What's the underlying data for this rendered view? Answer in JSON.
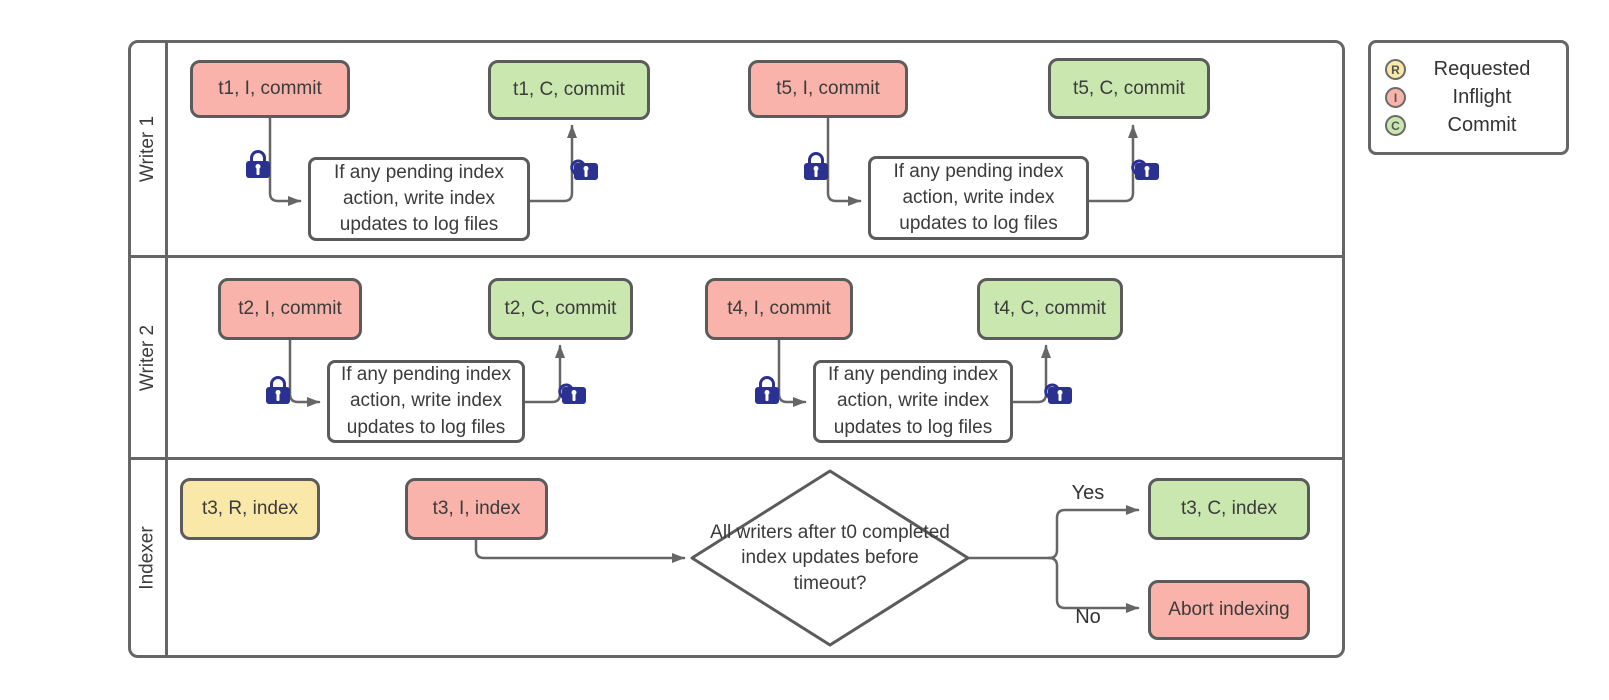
{
  "lanes": [
    {
      "label": "Writer 1"
    },
    {
      "label": "Writer 2"
    },
    {
      "label": "Indexer"
    }
  ],
  "nodes": {
    "t1_inflight": "t1, I, commit",
    "t1_commit": "t1, C, commit",
    "t5_inflight": "t5, I, commit",
    "t5_commit": "t5, C, commit",
    "t2_inflight": "t2, I, commit",
    "t2_commit": "t2, C, commit",
    "t4_inflight": "t4, I, commit",
    "t4_commit": "t4, C, commit",
    "t3_requested": "t3, R, index",
    "t3_inflight": "t3, I, index",
    "t3_commit": "t3, C, index",
    "abort": "Abort indexing",
    "process": "If any pending index action, write index updates to log files",
    "decision": "All writers after t0 completed index updates before timeout?"
  },
  "branches": {
    "yes": "Yes",
    "no": "No"
  },
  "legend": {
    "items": [
      {
        "letter": "R",
        "label": "Requested",
        "state": "requested",
        "color": "#f9e8a8"
      },
      {
        "letter": "I",
        "label": "Inflight",
        "state": "inflight",
        "color": "#f9b3aa"
      },
      {
        "letter": "C",
        "label": "Commit",
        "state": "commit",
        "color": "#c9e7ae"
      }
    ]
  },
  "icons": {
    "lock_closed": "closed-padlock",
    "lock_open": "open-padlock"
  },
  "colors": {
    "requested_fill": "#f9e8a8",
    "inflight_fill": "#f9b3aa",
    "commit_fill": "#c9e7ae",
    "node_border": "#5b5b5b",
    "lane_border": "#666666",
    "connector": "#666666",
    "lock": "#2b3190",
    "text": "#3b3b3b"
  }
}
